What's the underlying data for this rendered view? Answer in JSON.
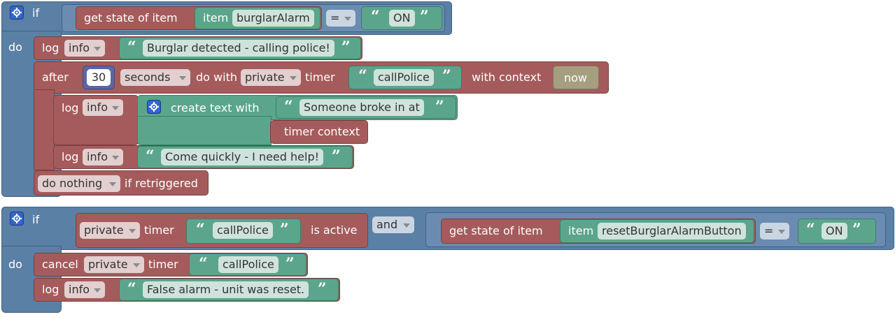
{
  "colors": {
    "logic": "#5b80a5",
    "item_block": "#a55b5b",
    "text_block": "#5ba58c",
    "number_block": "#5b67a5"
  },
  "block1": {
    "if": "if",
    "do": "do",
    "get_state": "get state of item",
    "item_label": "item",
    "item_name": "burglarAlarm",
    "operator": "=",
    "compare_value": "ON",
    "log1": {
      "log": "log",
      "level": "info",
      "text": "Burglar detected - calling police!"
    },
    "after": {
      "after": "after",
      "amount": "30",
      "unit": "seconds",
      "do_with": "do with",
      "scope": "private",
      "timer": "timer",
      "timer_name": "callPolice",
      "with_context": "with context",
      "context": "now"
    },
    "log2": {
      "log": "log",
      "level": "info",
      "create_text": "create text with",
      "text1": "Someone broke in at",
      "text2": "timer context"
    },
    "log3": {
      "log": "log",
      "level": "info",
      "text": "Come quickly - I need help!"
    },
    "retrigger": {
      "option": "do nothing",
      "suffix": "if retriggered"
    }
  },
  "block2": {
    "if": "if",
    "do": "do",
    "scope": "private",
    "timer": "timer",
    "timer_name": "callPolice",
    "is_active": "is active",
    "and": "and",
    "get_state": "get state of item",
    "item_label": "item",
    "item_name": "resetBurglarAlarmButton",
    "operator": "=",
    "compare_value": "ON",
    "cancel": {
      "cancel": "cancel",
      "scope": "private",
      "timer": "timer",
      "timer_name": "callPolice"
    },
    "log": {
      "log": "log",
      "level": "info",
      "text": "False alarm - unit was reset."
    }
  }
}
